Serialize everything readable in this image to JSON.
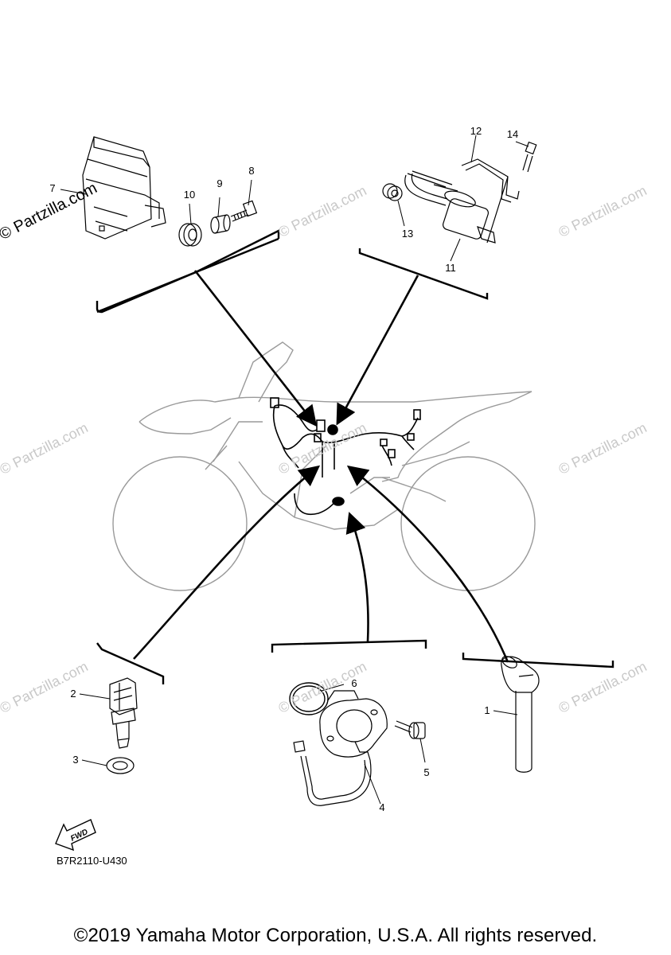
{
  "callouts": [
    "1",
    "2",
    "3",
    "4",
    "5",
    "6",
    "7",
    "8",
    "9",
    "10",
    "11",
    "12",
    "13",
    "14"
  ],
  "watermark": "© Partzilla.com",
  "fwd_label": "FWD",
  "drawing_code": "B7R2110-U430",
  "copyright": "©2019 Yamaha Motor Corporation, U.S.A. All rights reserved."
}
